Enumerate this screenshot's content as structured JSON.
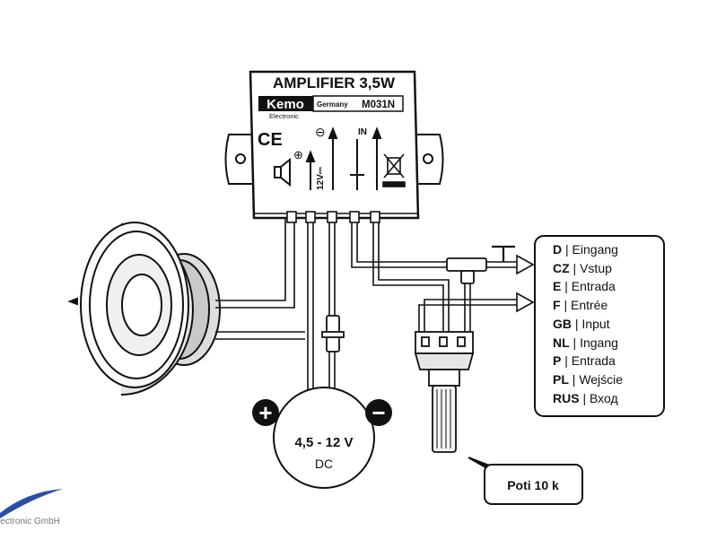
{
  "module": {
    "title": "AMPLIFIER 3,5W",
    "brand": "Kemo",
    "brand_sub": "Electronic",
    "origin": "Germany",
    "model": "M031N",
    "ce_mark": "CE",
    "pin_minus_symbol": "⊖",
    "pin_plus_symbol": "⊕",
    "pin_voltage": "12V⎓",
    "pin_in": "IN",
    "icons": [
      "speaker-icon",
      "weee-bin-icon",
      "ground-icon"
    ]
  },
  "power": {
    "voltage": "4,5 - 12 V",
    "type": "DC",
    "plus_symbol": "+",
    "minus_symbol": "−"
  },
  "potentiometer": {
    "label": "Poti 10 k"
  },
  "input_labels": [
    {
      "code": "D",
      "text": "Eingang"
    },
    {
      "code": "CZ",
      "text": "Vstup"
    },
    {
      "code": "E",
      "text": "Entrada"
    },
    {
      "code": "F",
      "text": "Entrée"
    },
    {
      "code": "GB",
      "text": "Input"
    },
    {
      "code": "NL",
      "text": "Ingang"
    },
    {
      "code": "P",
      "text": "Entrada"
    },
    {
      "code": "PL",
      "text": "Wejście"
    },
    {
      "code": "RUS",
      "text": "Вход"
    }
  ],
  "separator": "|",
  "footer_fragment": "lectronic GmbH",
  "colors": {
    "ink": "#111111",
    "fill_light": "#f2f2f2",
    "logo_blue": "#2a4fa8"
  }
}
